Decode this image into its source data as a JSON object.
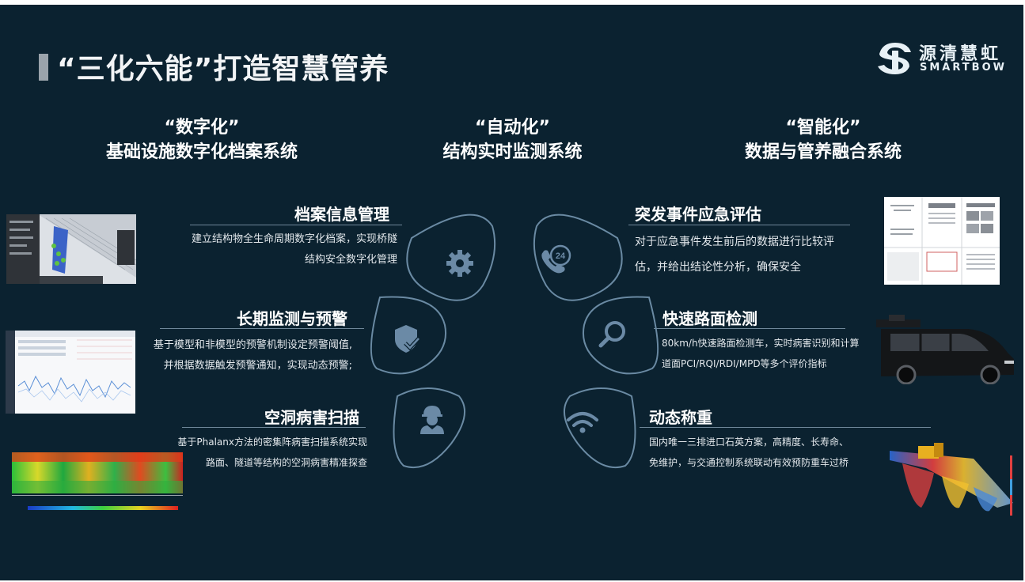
{
  "title": "“三化六能”打造智慧管养",
  "logo": {
    "cn": "源清慧虹",
    "en": "SMARTBOW"
  },
  "columns": [
    {
      "line1": "“数字化”",
      "line2": "基础设施数字化档案系统"
    },
    {
      "line1": "“自动化”",
      "line2": "结构实时监测系统"
    },
    {
      "line1": "“智能化”",
      "line2": "数据与管养融合系统"
    }
  ],
  "features": {
    "archive": {
      "title": "档案信息管理",
      "desc1": "建立结构物全生命周期数字化档案，实现桥隧",
      "desc2": "结构安全数字化管理",
      "icon": "gear-icon"
    },
    "monitor": {
      "title": "长期监测与预警",
      "desc1": "基于模型和非模型的预警机制设定预警阈值,",
      "desc2": "并根据数据触发预警通知，实现动态预警;",
      "icon": "shield-check-icon"
    },
    "scan": {
      "title": "空洞病害扫描",
      "desc1": "基于Phalanx方法的密集阵病害扫描系统实现",
      "desc2": "路面、隧道等结构的空洞病害精准探查",
      "icon": "worker-icon"
    },
    "emergency": {
      "title": "突发事件应急评估",
      "desc1": "对于应急事件发生前后的数据进行比较评",
      "desc2": "估，并给出结论性分析，确保安全",
      "icon": "phone-24-icon",
      "badge": "24"
    },
    "road": {
      "title": "快速路面检测",
      "desc1": "80km/h快速路面检测车，实时病害识别和计算",
      "desc2": "道面PCI/RQI/RDI/MPD等多个评价指标",
      "icon": "magnifier-icon"
    },
    "weigh": {
      "title": "动态称重",
      "desc1": "国内唯一三排进口石英方案，高精度、长寿命、",
      "desc2": "免维护，与交通控制系统联动有效预防重车过桥",
      "icon": "wifi-icon"
    }
  },
  "colors": {
    "background": "#0b2230",
    "accent": "#5b8fb0",
    "petal_stroke": "#6a8aa3",
    "icon": "#6b8aa6"
  }
}
